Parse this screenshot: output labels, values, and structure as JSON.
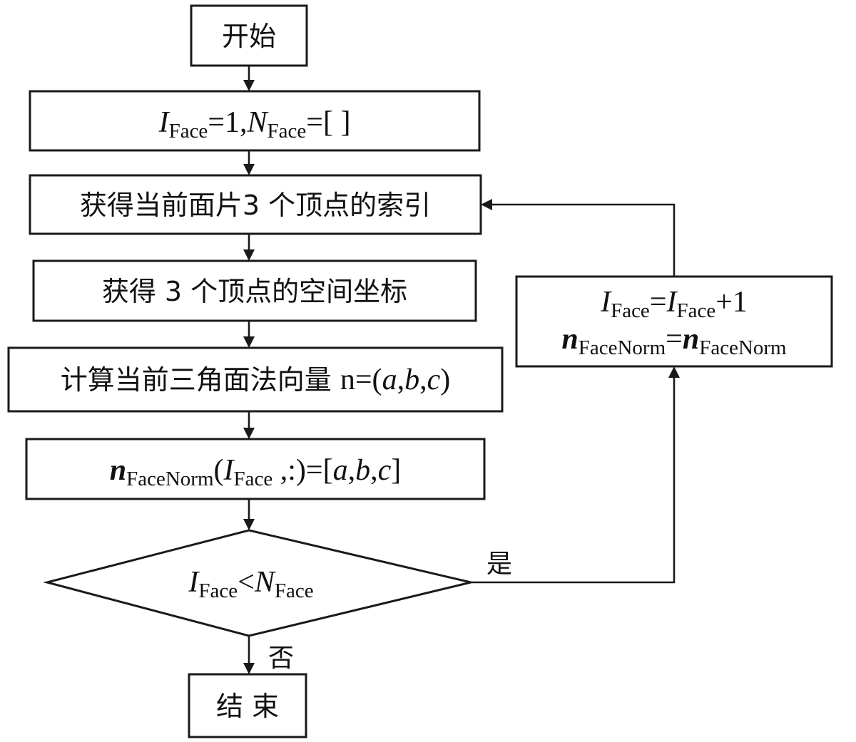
{
  "flowchart": {
    "start": "开始",
    "init": {
      "i_var": "I",
      "sub": "Face",
      "assign_one": "=1,",
      "n_var": "N",
      "assign_empty": "=[ ]"
    },
    "get_indices": "获得当前面片3 个顶点的索引",
    "get_coords": "获得 3 个顶点的空间坐标",
    "compute_normal": {
      "text": "计算当前三角面法向量 ",
      "n_var": "n",
      "eq": "=(",
      "a": "a",
      "comma1": ",",
      "b": "b",
      "comma2": ",",
      "c": "c",
      "close": ")"
    },
    "store_normal": {
      "n_var": "n",
      "sub_norm": "FaceNorm",
      "open": "(",
      "i_var": "I",
      "sub_face": "Face",
      "rest": " ,:)=[",
      "a": "a",
      "comma1": ",",
      "b": "b",
      "comma2": ",",
      "c": "c",
      "close": "]"
    },
    "decision": {
      "i_var": "I",
      "sub": "Face",
      "lt": "<",
      "n_var": "N"
    },
    "yes_label": "是",
    "no_label": "否",
    "increment": {
      "line1_i": "I",
      "line1_sub": "Face",
      "line1_eq": "=",
      "line1_i2": "I",
      "line1_sub2": "Face",
      "line1_plus": "+1",
      "line2_n": "n",
      "line2_sub": "FaceNorm",
      "line2_eq": "=",
      "line2_n2": "n",
      "line2_sub2": "FaceNorm"
    },
    "end": "结 束"
  }
}
